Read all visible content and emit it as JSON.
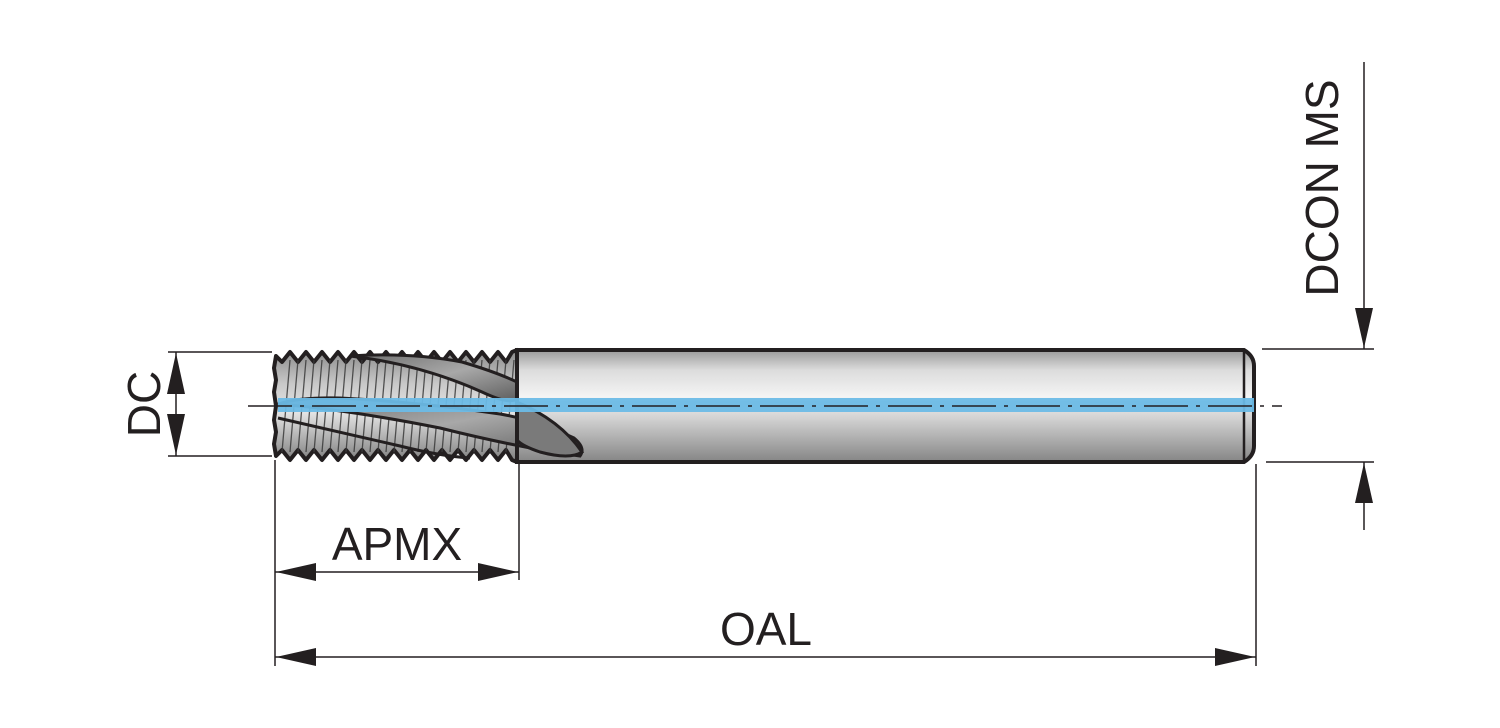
{
  "diagram": {
    "type": "technical-drawing",
    "subject": "thread-milling-cutter",
    "colors": {
      "outline": "#231f20",
      "dimension": "#231f20",
      "coolant_channel": "#6bbbe6",
      "body_light": "#f2f2f2",
      "body_mid": "#c9c9c9",
      "body_dark": "#8e8e8e"
    },
    "labels": {
      "dc": "DC",
      "apmx": "APMX",
      "oal": "OAL",
      "dcon_ms": "DCON MS"
    }
  }
}
